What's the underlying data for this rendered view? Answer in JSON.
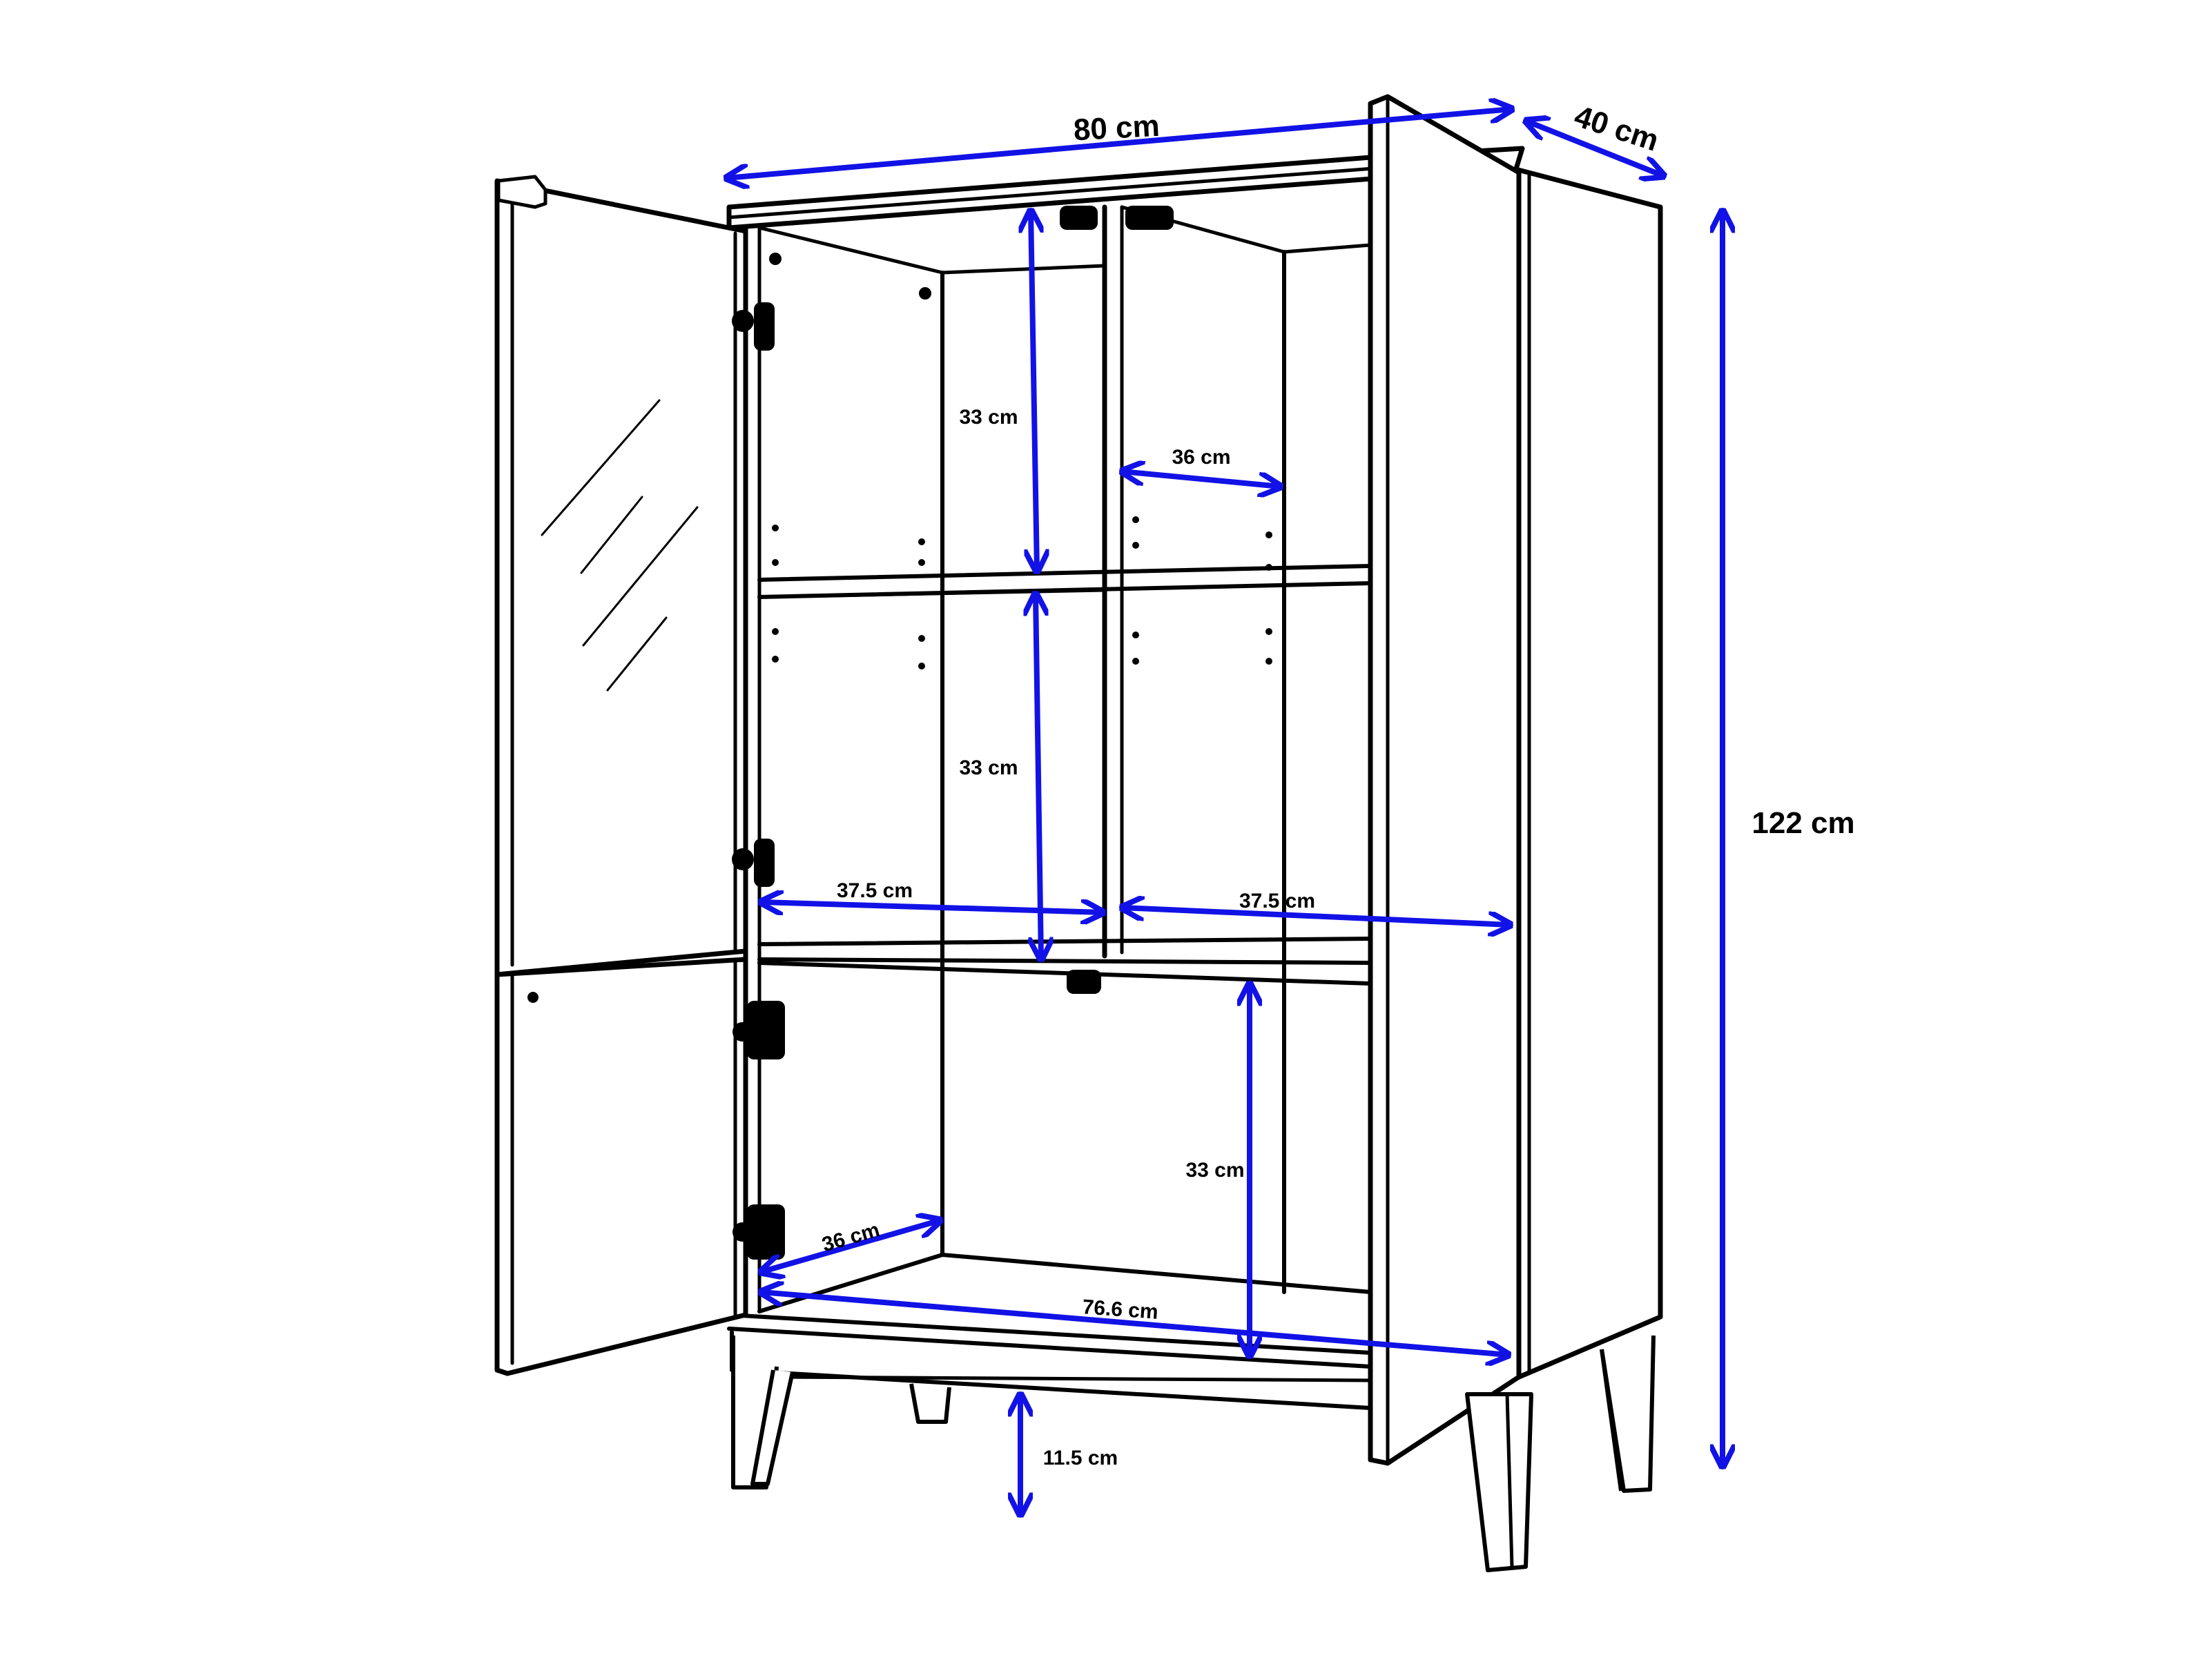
{
  "colors": {
    "dimension": "#1212e6",
    "outline": "#000000",
    "background": "#ffffff"
  },
  "dimensions": {
    "width": "80 cm",
    "depth": "40 cm",
    "height": "122 cm",
    "upper_left_height": "33 cm",
    "middle_left_height": "33 cm",
    "lower_right_height": "33 cm",
    "upper_right_depth": "36 cm",
    "middle_left_width": "37.5 cm",
    "middle_right_width": "37.5 cm",
    "bottom_depth": "36 cm",
    "bottom_inner_width": "76.6 cm",
    "leg_height": "11.5 cm"
  }
}
